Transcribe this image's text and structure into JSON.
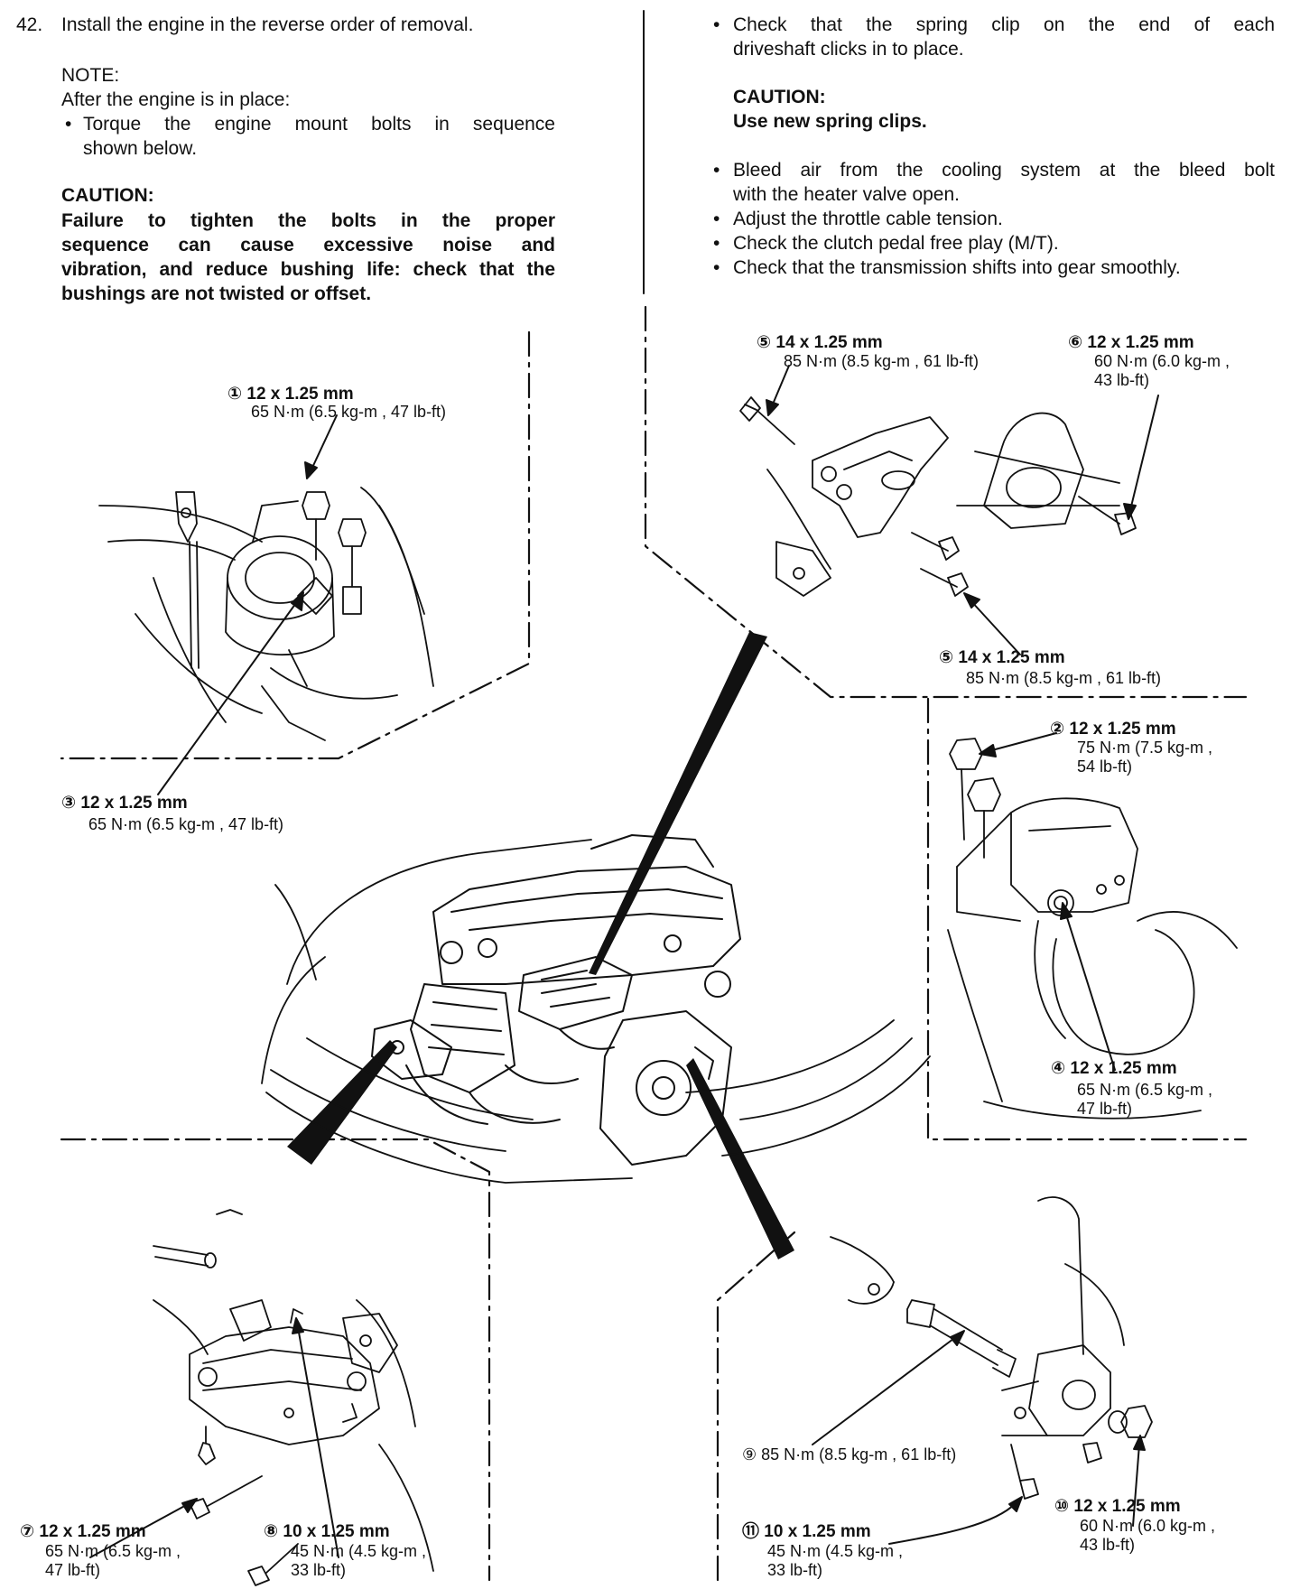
{
  "step": {
    "number": "42.",
    "text": "Install the engine in the reverse order of removal."
  },
  "note": {
    "label": "NOTE:",
    "intro": "After the engine is in place:",
    "bullet_line1": "Torque the engine mount bolts in sequence",
    "bullet_line2": "shown below."
  },
  "caution1": {
    "label": "CAUTION:",
    "line1": "Failure to tighten the bolts in the proper",
    "line2": "sequence can cause excessive noise and",
    "line3": "vibration, and reduce bushing life: check that the",
    "line4": "bushings are not twisted or offset."
  },
  "right_column": {
    "bullet1_line1": "Check that the spring clip on the end of each",
    "bullet1_line2": "driveshaft clicks in to place.",
    "caution_label": "CAUTION:",
    "caution_text": "Use new spring clips.",
    "bullet2_line1": "Bleed air from the cooling system at the bleed bolt",
    "bullet2_line2": "with the heater valve open.",
    "bullet3": "Adjust the throttle cable tension.",
    "bullet4": "Check the clutch pedal free play (M/T).",
    "bullet5": "Check that the transmission shifts into gear smoothly."
  },
  "callouts": {
    "c1": {
      "num": "①",
      "size": "12 x 1.25 mm",
      "torque": "65 N·m (6.5 kg-m , 47 lb-ft)"
    },
    "c2": {
      "num": "②",
      "size": "12 x 1.25 mm",
      "torque1": "75  N·m (7.5  kg-m ,",
      "torque2": "54  lb-ft)"
    },
    "c3": {
      "num": "③",
      "size": "12 x 1.25 mm",
      "torque": "65 N·m (6.5 kg-m , 47 lb-ft)"
    },
    "c4": {
      "num": "④",
      "size": "12 x 1.25 mm",
      "torque1": "65  N·m  (6.5  kg-m ,",
      "torque2": "47  lb-ft)"
    },
    "c5a": {
      "num": "⑤",
      "size": "14 x 1.25 mm",
      "torque": "85  N·m (8.5  kg-m , 61  lb-ft)"
    },
    "c5b": {
      "num": "⑤",
      "size": "14 x 1.25 mm",
      "torque": "85 N·m (8.5 kg-m , 61 lb-ft)"
    },
    "c6": {
      "num": "⑥",
      "size": "12 x 1.25 mm",
      "torque1": "60  N·m (6.0  kg-m ,",
      "torque2": "43  lb-ft)"
    },
    "c7": {
      "num": "⑦",
      "size": "12 x 1.25 mm",
      "torque1": "65  N·m (6.5  kg-m ,",
      "torque2": "47  lb-ft)"
    },
    "c8": {
      "num": "⑧",
      "size": "10 x 1.25 mm",
      "torque1": "45  N·m (4.5  kg-m ,",
      "torque2": "33  lb-ft)"
    },
    "c9": {
      "num": "⑨",
      "torque": "85 N·m (8.5 kg-m , 61 lb-ft)"
    },
    "c10": {
      "num": "⑩",
      "size": "12 x 1.25 mm",
      "torque1": "60  N·m (6.0  kg-m ,",
      "torque2": "43  lb-ft)"
    },
    "c11": {
      "num": "⑪",
      "size": "10 x 1.25 mm",
      "torque1": "45  N·m (4.5  kg-m ,",
      "torque2": "33  lb-ft)"
    }
  }
}
